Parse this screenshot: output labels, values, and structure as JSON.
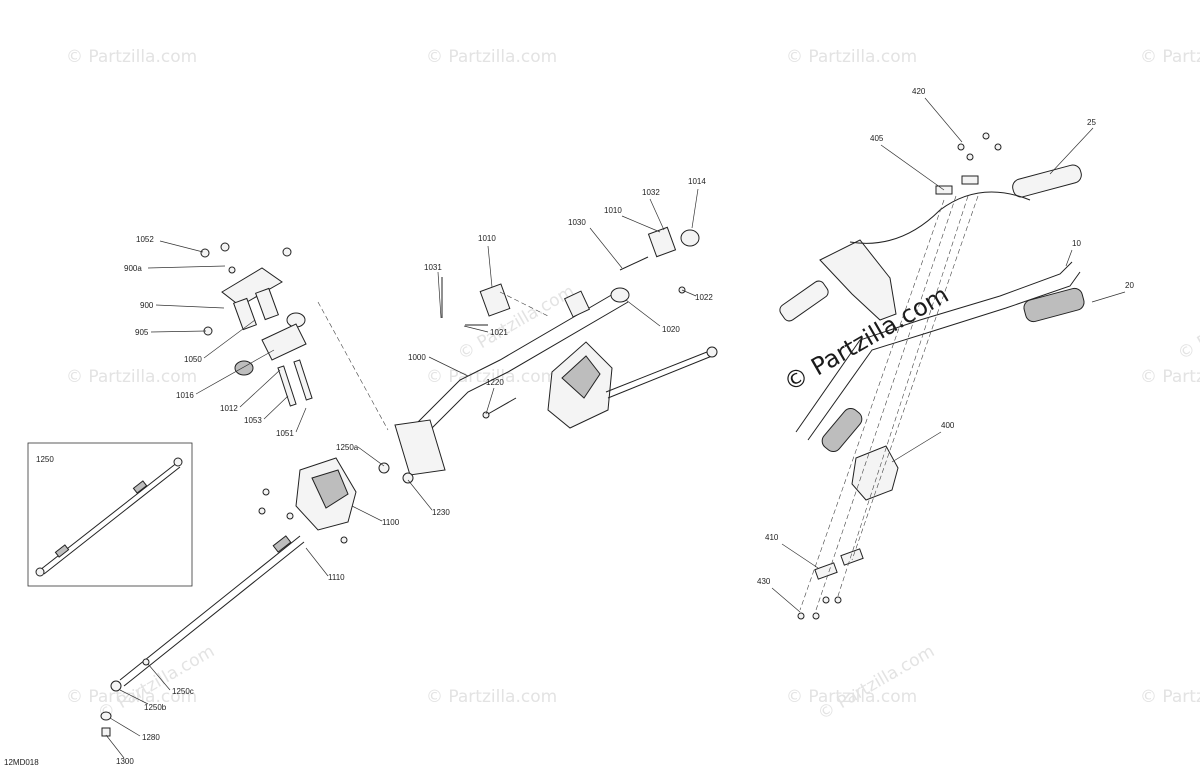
{
  "diagram_code": "12MD018",
  "watermark": "© Partzilla.com",
  "inset_label": "1250",
  "callouts": [
    "1052",
    "900a",
    "900",
    "905",
    "1050",
    "1016",
    "1012",
    "1053",
    "1051",
    "1031",
    "1010",
    "1030",
    "1010",
    "1032",
    "1014",
    "1022",
    "1020",
    "1021",
    "1000",
    "1220",
    "1250a",
    "1230",
    "1100",
    "1110",
    "1250c",
    "1250b",
    "1280",
    "1300",
    "420",
    "405",
    "25",
    "10",
    "20",
    "400",
    "410",
    "430"
  ]
}
